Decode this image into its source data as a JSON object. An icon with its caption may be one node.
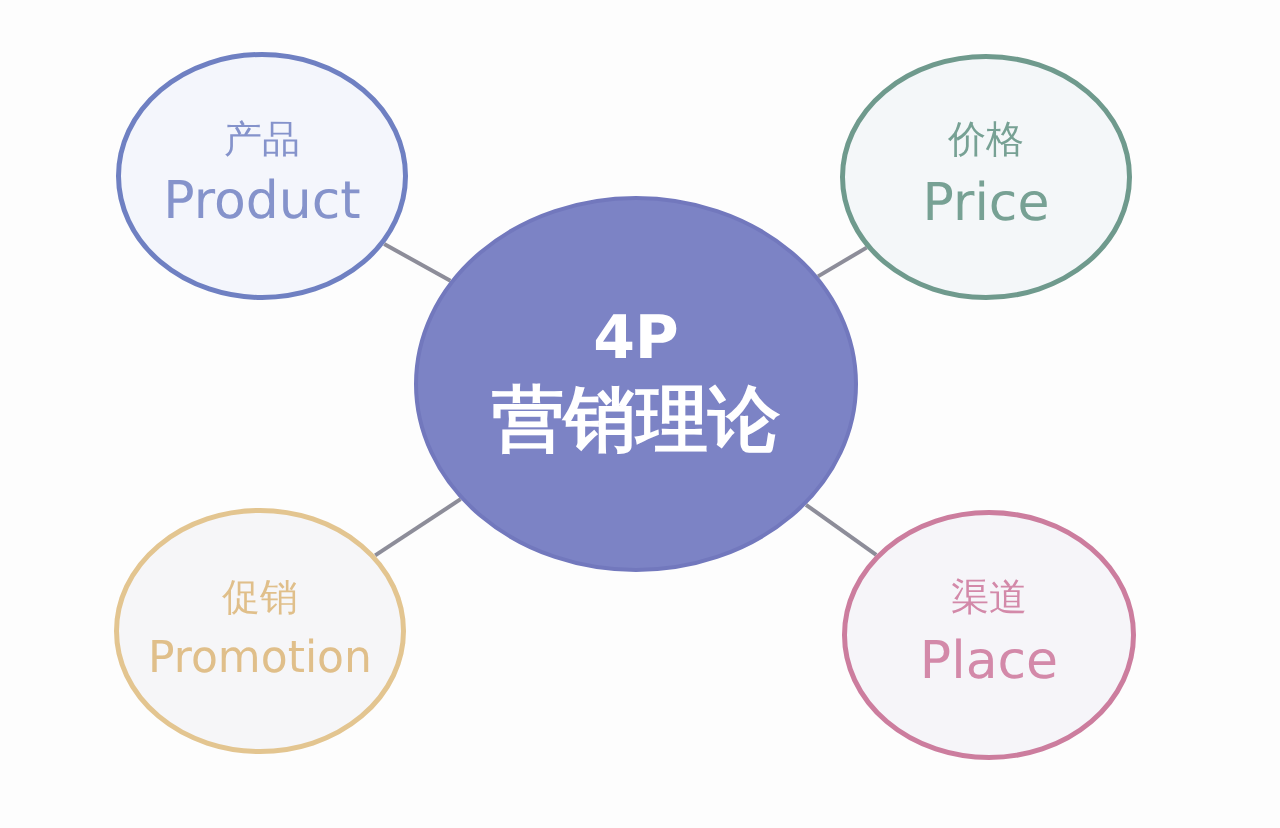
{
  "diagram": {
    "nodes": [
      {
        "text": [
          "产品",
          "Product"
        ]
      },
      {
        "text": [
          "价格",
          "Price"
        ]
      },
      {
        "text": [
          "4P",
          "营销理论"
        ]
      },
      {
        "text": [
          "促销",
          "Promotion"
        ]
      },
      {
        "text": [
          "渠道",
          "Place"
        ]
      }
    ],
    "edges": [
      {
        "from": 2,
        "to": 0,
        "arrow": "none"
      },
      {
        "from": 2,
        "to": 1,
        "arrow": "none"
      },
      {
        "from": 2,
        "to": 3,
        "arrow": "none"
      },
      {
        "from": 2,
        "to": 4,
        "arrow": "none"
      }
    ]
  }
}
